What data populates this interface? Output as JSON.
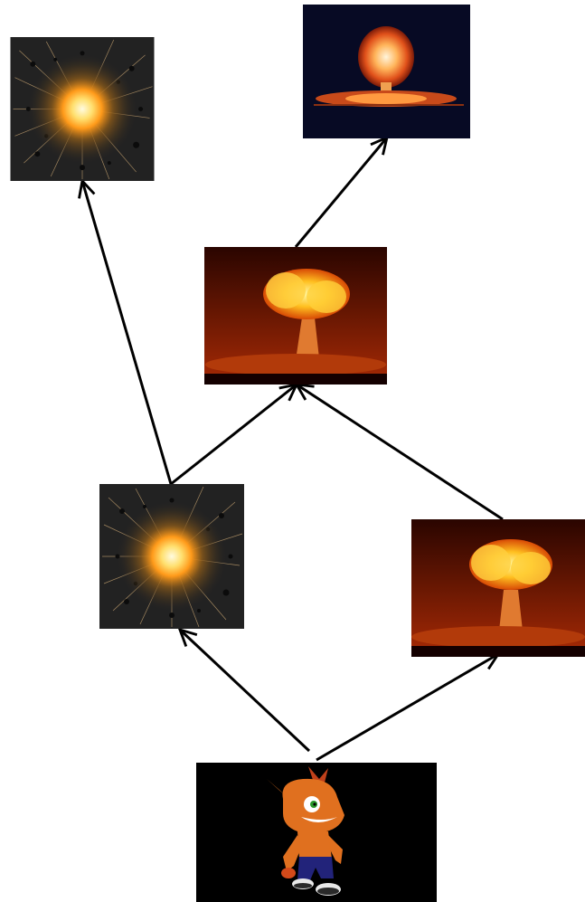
{
  "diagram": {
    "background": "#ffffff",
    "edge_color": "#000000",
    "nodes": [
      {
        "id": "crash",
        "icon": "crash-bandicoot-character",
        "background": "#000000"
      },
      {
        "id": "burst-left",
        "icon": "starburst-explosion",
        "background": "#222222"
      },
      {
        "id": "mushroom-right",
        "icon": "mushroom-cloud-explosion",
        "background": "#2a0500"
      },
      {
        "id": "mushroom-center",
        "icon": "mushroom-cloud-explosion",
        "background": "#2a0500"
      },
      {
        "id": "burst-top-left",
        "icon": "starburst-explosion",
        "background": "#222222"
      },
      {
        "id": "fireball-top",
        "icon": "nuclear-fireball",
        "background": "#070a24"
      }
    ],
    "edges": [
      {
        "from": "crash",
        "to": "burst-left"
      },
      {
        "from": "crash",
        "to": "mushroom-right"
      },
      {
        "from": "burst-left",
        "to": "mushroom-center"
      },
      {
        "from": "burst-left",
        "to": "burst-top-left"
      },
      {
        "from": "mushroom-right",
        "to": "mushroom-center"
      },
      {
        "from": "mushroom-center",
        "to": "fireball-top"
      }
    ]
  }
}
